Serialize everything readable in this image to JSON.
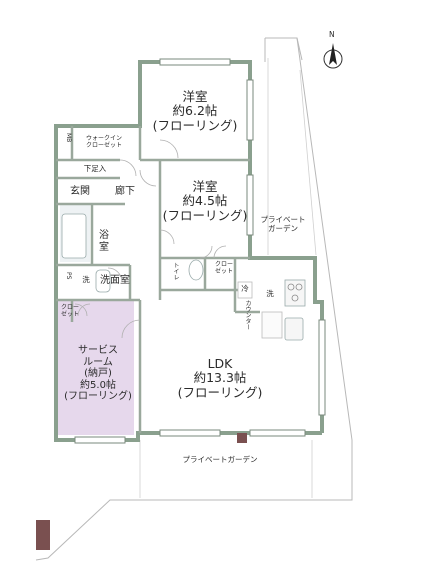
{
  "compass": {
    "letter": "N"
  },
  "rooms": {
    "western_room_1": {
      "name": "洋室",
      "size": "約6.2帖",
      "floor": "(フローリング)"
    },
    "western_room_2": {
      "name": "洋室",
      "size": "約4.5帖",
      "floor": "(フローリング)"
    },
    "ldk": {
      "name": "LDK",
      "size": "約13.3帖",
      "floor": "(フローリング)"
    },
    "service_room": {
      "name1": "サービス",
      "name2": "ルーム",
      "note": "(納戸)",
      "size": "約5.0帖",
      "floor": "(フローリング)"
    },
    "bath": {
      "name1": "浴",
      "name2": "室"
    },
    "washroom": {
      "name": "洗面室",
      "wash": "洗"
    },
    "entrance": "玄関",
    "hallway": "廊下",
    "shoe_box": "下足入",
    "toilet": "トイレ",
    "ps": "PS",
    "mb": "MB",
    "walk_in_closet": {
      "l1": "ウォークイン",
      "l2": "クローゼット"
    },
    "closet": {
      "l1": "クロー",
      "l2": "ゼット"
    },
    "counter": "カウンター",
    "fridge_mark": "冷",
    "washer_mark": "洗"
  },
  "gardens": {
    "side": {
      "l1": "プライベート",
      "l2": "ガーデン"
    },
    "bottom": "プライベートガーデン"
  }
}
